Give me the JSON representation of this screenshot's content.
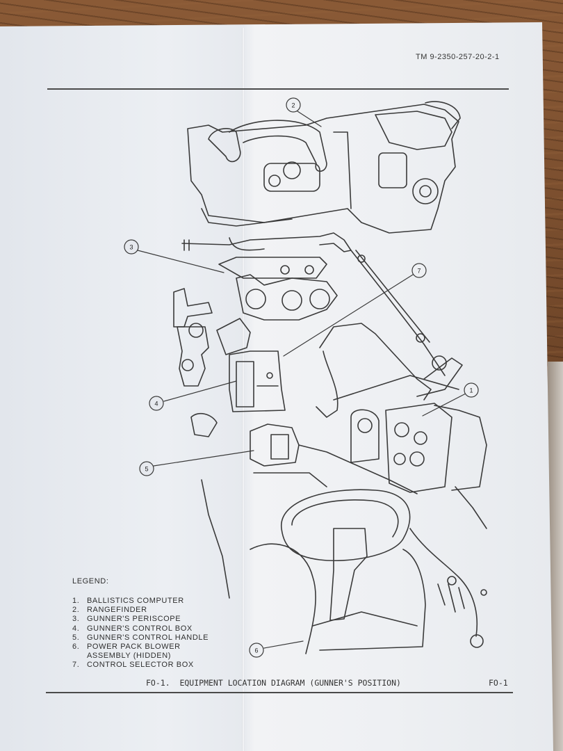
{
  "document": {
    "tm_number": "TM 9-2350-257-20-2-1",
    "legend": {
      "title": "LEGEND:",
      "items": [
        {
          "num": "1.",
          "text": "BALLISTICS COMPUTER"
        },
        {
          "num": "2.",
          "text": "RANGEFINDER"
        },
        {
          "num": "3.",
          "text": "GUNNER'S PERISCOPE"
        },
        {
          "num": "4.",
          "text": "GUNNER'S CONTROL BOX"
        },
        {
          "num": "5.",
          "text": "GUNNER'S CONTROL HANDLE"
        },
        {
          "num": "6.",
          "text": "POWER PACK BLOWER"
        },
        {
          "num": "",
          "text": "ASSEMBLY (HIDDEN)"
        },
        {
          "num": "7.",
          "text": "CONTROL SELECTOR BOX"
        }
      ]
    },
    "caption": "FO-1.  EQUIPMENT LOCATION DIAGRAM (GUNNER'S POSITION)",
    "caption_page": "FO-1",
    "callouts": [
      "1",
      "2",
      "3",
      "4",
      "5",
      "6",
      "7"
    ]
  }
}
